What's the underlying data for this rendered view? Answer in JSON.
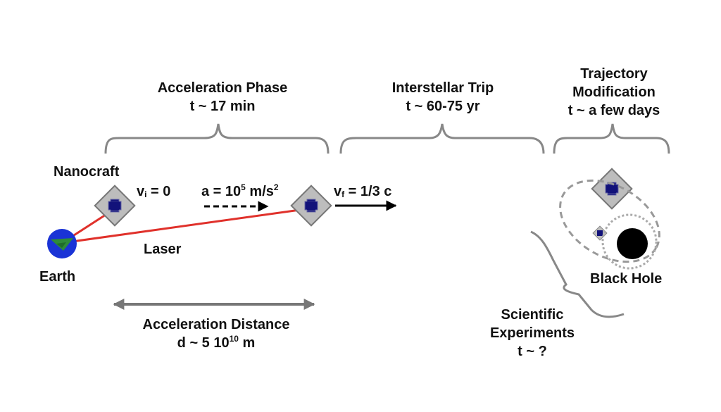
{
  "phases": {
    "acceleration": {
      "title": "Acceleration Phase",
      "time": "t ~ 17 min"
    },
    "interstellar": {
      "title": "Interstellar Trip",
      "time": "t ~ 60-75 yr"
    },
    "trajectory": {
      "line1": "Trajectory",
      "line2": "Modification",
      "time": "t ~ a few days"
    }
  },
  "labels": {
    "nanocraft": "Nanocraft",
    "earth": "Earth",
    "laser": "Laser",
    "black_hole": "Black Hole"
  },
  "velocity_initial": {
    "symbol": "v",
    "sub": "i",
    "value": " = 0"
  },
  "acceleration_label": {
    "prefix": "a = 10",
    "exp": "5",
    "unit": " m/s",
    "unit_exp": "2"
  },
  "velocity_final": {
    "symbol": "v",
    "sub": "f",
    "value": " = 1/3 c"
  },
  "acceleration_distance": {
    "title": "Acceleration Distance",
    "prefix": "d ~ 5 10",
    "exp": "10",
    "unit": " m"
  },
  "experiments": {
    "line1": "Scientific",
    "line2": "Experiments",
    "time": "t ~ ?"
  },
  "colors": {
    "laser": "#e0312b",
    "earth_ocean": "#1a33d6",
    "earth_land": "#2e8b3a",
    "craft_fill": "#bdbdbd",
    "craft_cross": "#12127a",
    "brace": "#888888",
    "orbit": "#999999",
    "black_hole": "#000000"
  },
  "icons": [
    "earth-icon",
    "nanocraft-icon",
    "black-hole-icon",
    "arrow-icon",
    "brace-icon"
  ]
}
